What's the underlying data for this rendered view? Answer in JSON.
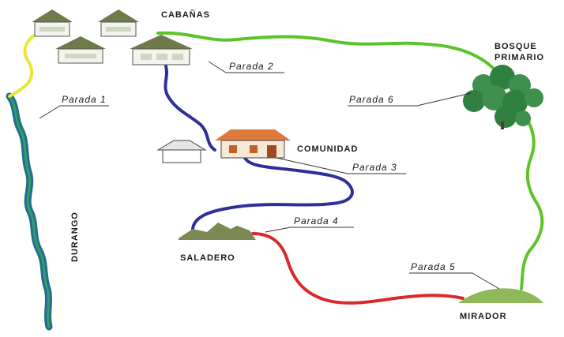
{
  "places": {
    "cabanas": "CABAÑAS",
    "comunidad": "COMUNIDAD",
    "bosque_line1": "BOSQUE",
    "bosque_line2": "PRIMARIO",
    "saladero": "SALADERO",
    "mirador": "MIRADOR",
    "river": "DURANGO"
  },
  "stops": [
    "Parada 1",
    "Parada 2",
    "Parada 3",
    "Parada 4",
    "Parada 5",
    "Parada 6"
  ],
  "trail_colors": {
    "yellow": "#e8e63a",
    "blue": "#2f2f9a",
    "red": "#d82a2a",
    "green": "#5cc42a",
    "river": "#1f6f8f"
  },
  "icons": {
    "cabins": "cabin-icon",
    "community": "house-icon",
    "forest": "tree-cluster-icon",
    "salt_lick": "rock-icon",
    "viewpoint": "hill-icon"
  }
}
